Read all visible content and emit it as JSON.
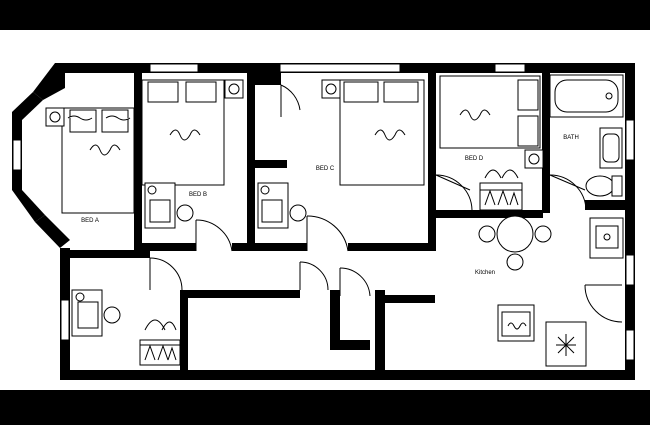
{
  "floorplan": {
    "rooms": [
      {
        "id": "bed-a",
        "label": "BED A"
      },
      {
        "id": "bed-b",
        "label": "BED B"
      },
      {
        "id": "bed-c",
        "label": "BED C"
      },
      {
        "id": "bed-d",
        "label": "BED D"
      },
      {
        "id": "bath",
        "label": "BATH"
      },
      {
        "id": "kitchen",
        "label": "Kitchen"
      }
    ],
    "colors": {
      "wall": "#000000",
      "floor": "#ffffff",
      "line": "#000000",
      "band": "#000000"
    }
  }
}
